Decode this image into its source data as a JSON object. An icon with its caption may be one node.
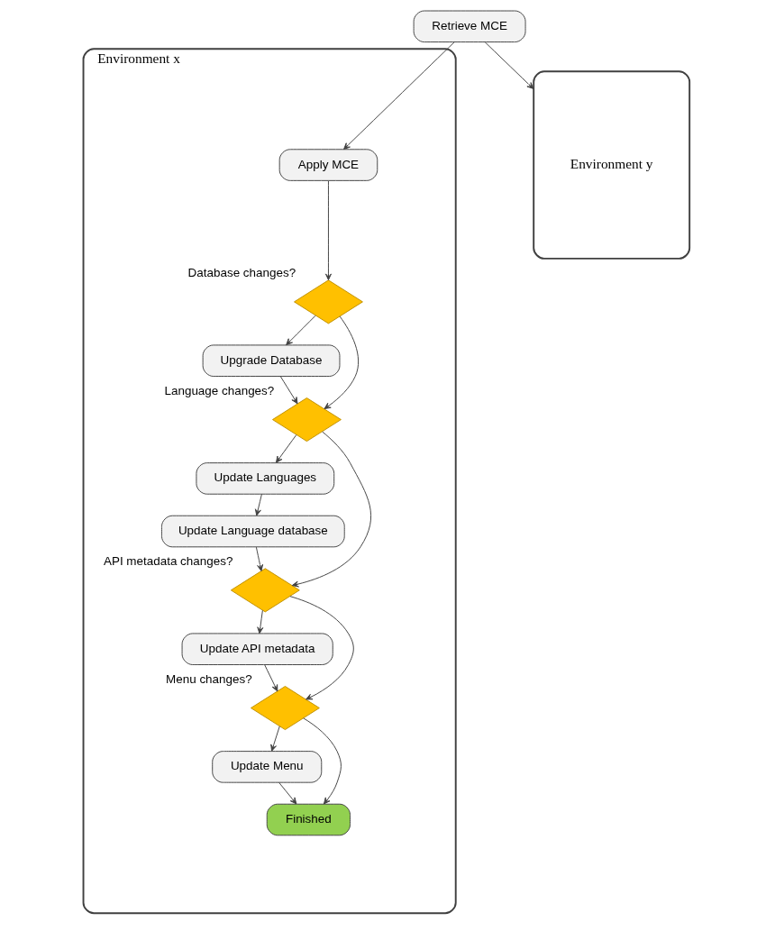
{
  "diagram": {
    "nodes": [
      {
        "text": [
          "Retrieve MCE"
        ]
      },
      {
        "text": [
          "Environment x"
        ]
      },
      {
        "text": [
          "Environment y"
        ]
      },
      {
        "text": [
          "Apply MCE"
        ],
        "in": 1
      },
      {
        "text": [],
        "shape": "diamond",
        "beside": [
          "Database changes?"
        ],
        "in": 1
      },
      {
        "text": [
          "Upgrade Database"
        ],
        "in": 1
      },
      {
        "text": [],
        "shape": "diamond",
        "beside": [
          "Language changes?"
        ],
        "in": 1
      },
      {
        "text": [
          "Update Languages"
        ],
        "in": 1
      },
      {
        "text": [
          "Update Language database"
        ],
        "in": 1
      },
      {
        "text": [],
        "shape": "diamond",
        "beside": [
          "API metadata changes?"
        ],
        "in": 1
      },
      {
        "text": [
          "Update API metadata"
        ],
        "in": 1
      },
      {
        "text": [],
        "shape": "diamond",
        "beside": [
          "Menu changes?"
        ],
        "in": 1
      },
      {
        "text": [
          "Update Menu"
        ],
        "in": 1
      },
      {
        "text": [
          "Finished"
        ],
        "in": 1
      }
    ],
    "edges": [
      {
        "from": 0,
        "to": 3,
        "arrow": "to"
      },
      {
        "from": 0,
        "to": 2,
        "arrow": "to"
      },
      {
        "from": 3,
        "to": 4,
        "arrow": "to"
      },
      {
        "from": 4,
        "to": 5,
        "arrow": "to"
      },
      {
        "from": 4,
        "to": 6,
        "arrow": "to"
      },
      {
        "from": 5,
        "to": 6,
        "arrow": "to"
      },
      {
        "from": 6,
        "to": 7,
        "arrow": "to"
      },
      {
        "from": 7,
        "to": 8,
        "arrow": "to"
      },
      {
        "from": 6,
        "to": 9,
        "arrow": "to"
      },
      {
        "from": 8,
        "to": 9,
        "arrow": "to"
      },
      {
        "from": 9,
        "to": 10,
        "arrow": "to"
      },
      {
        "from": 9,
        "to": 11,
        "arrow": "to"
      },
      {
        "from": 10,
        "to": 11,
        "arrow": "to"
      },
      {
        "from": 11,
        "to": 12,
        "arrow": "to"
      },
      {
        "from": 11,
        "to": 13,
        "arrow": "to"
      },
      {
        "from": 12,
        "to": 13,
        "arrow": "to"
      }
    ]
  }
}
